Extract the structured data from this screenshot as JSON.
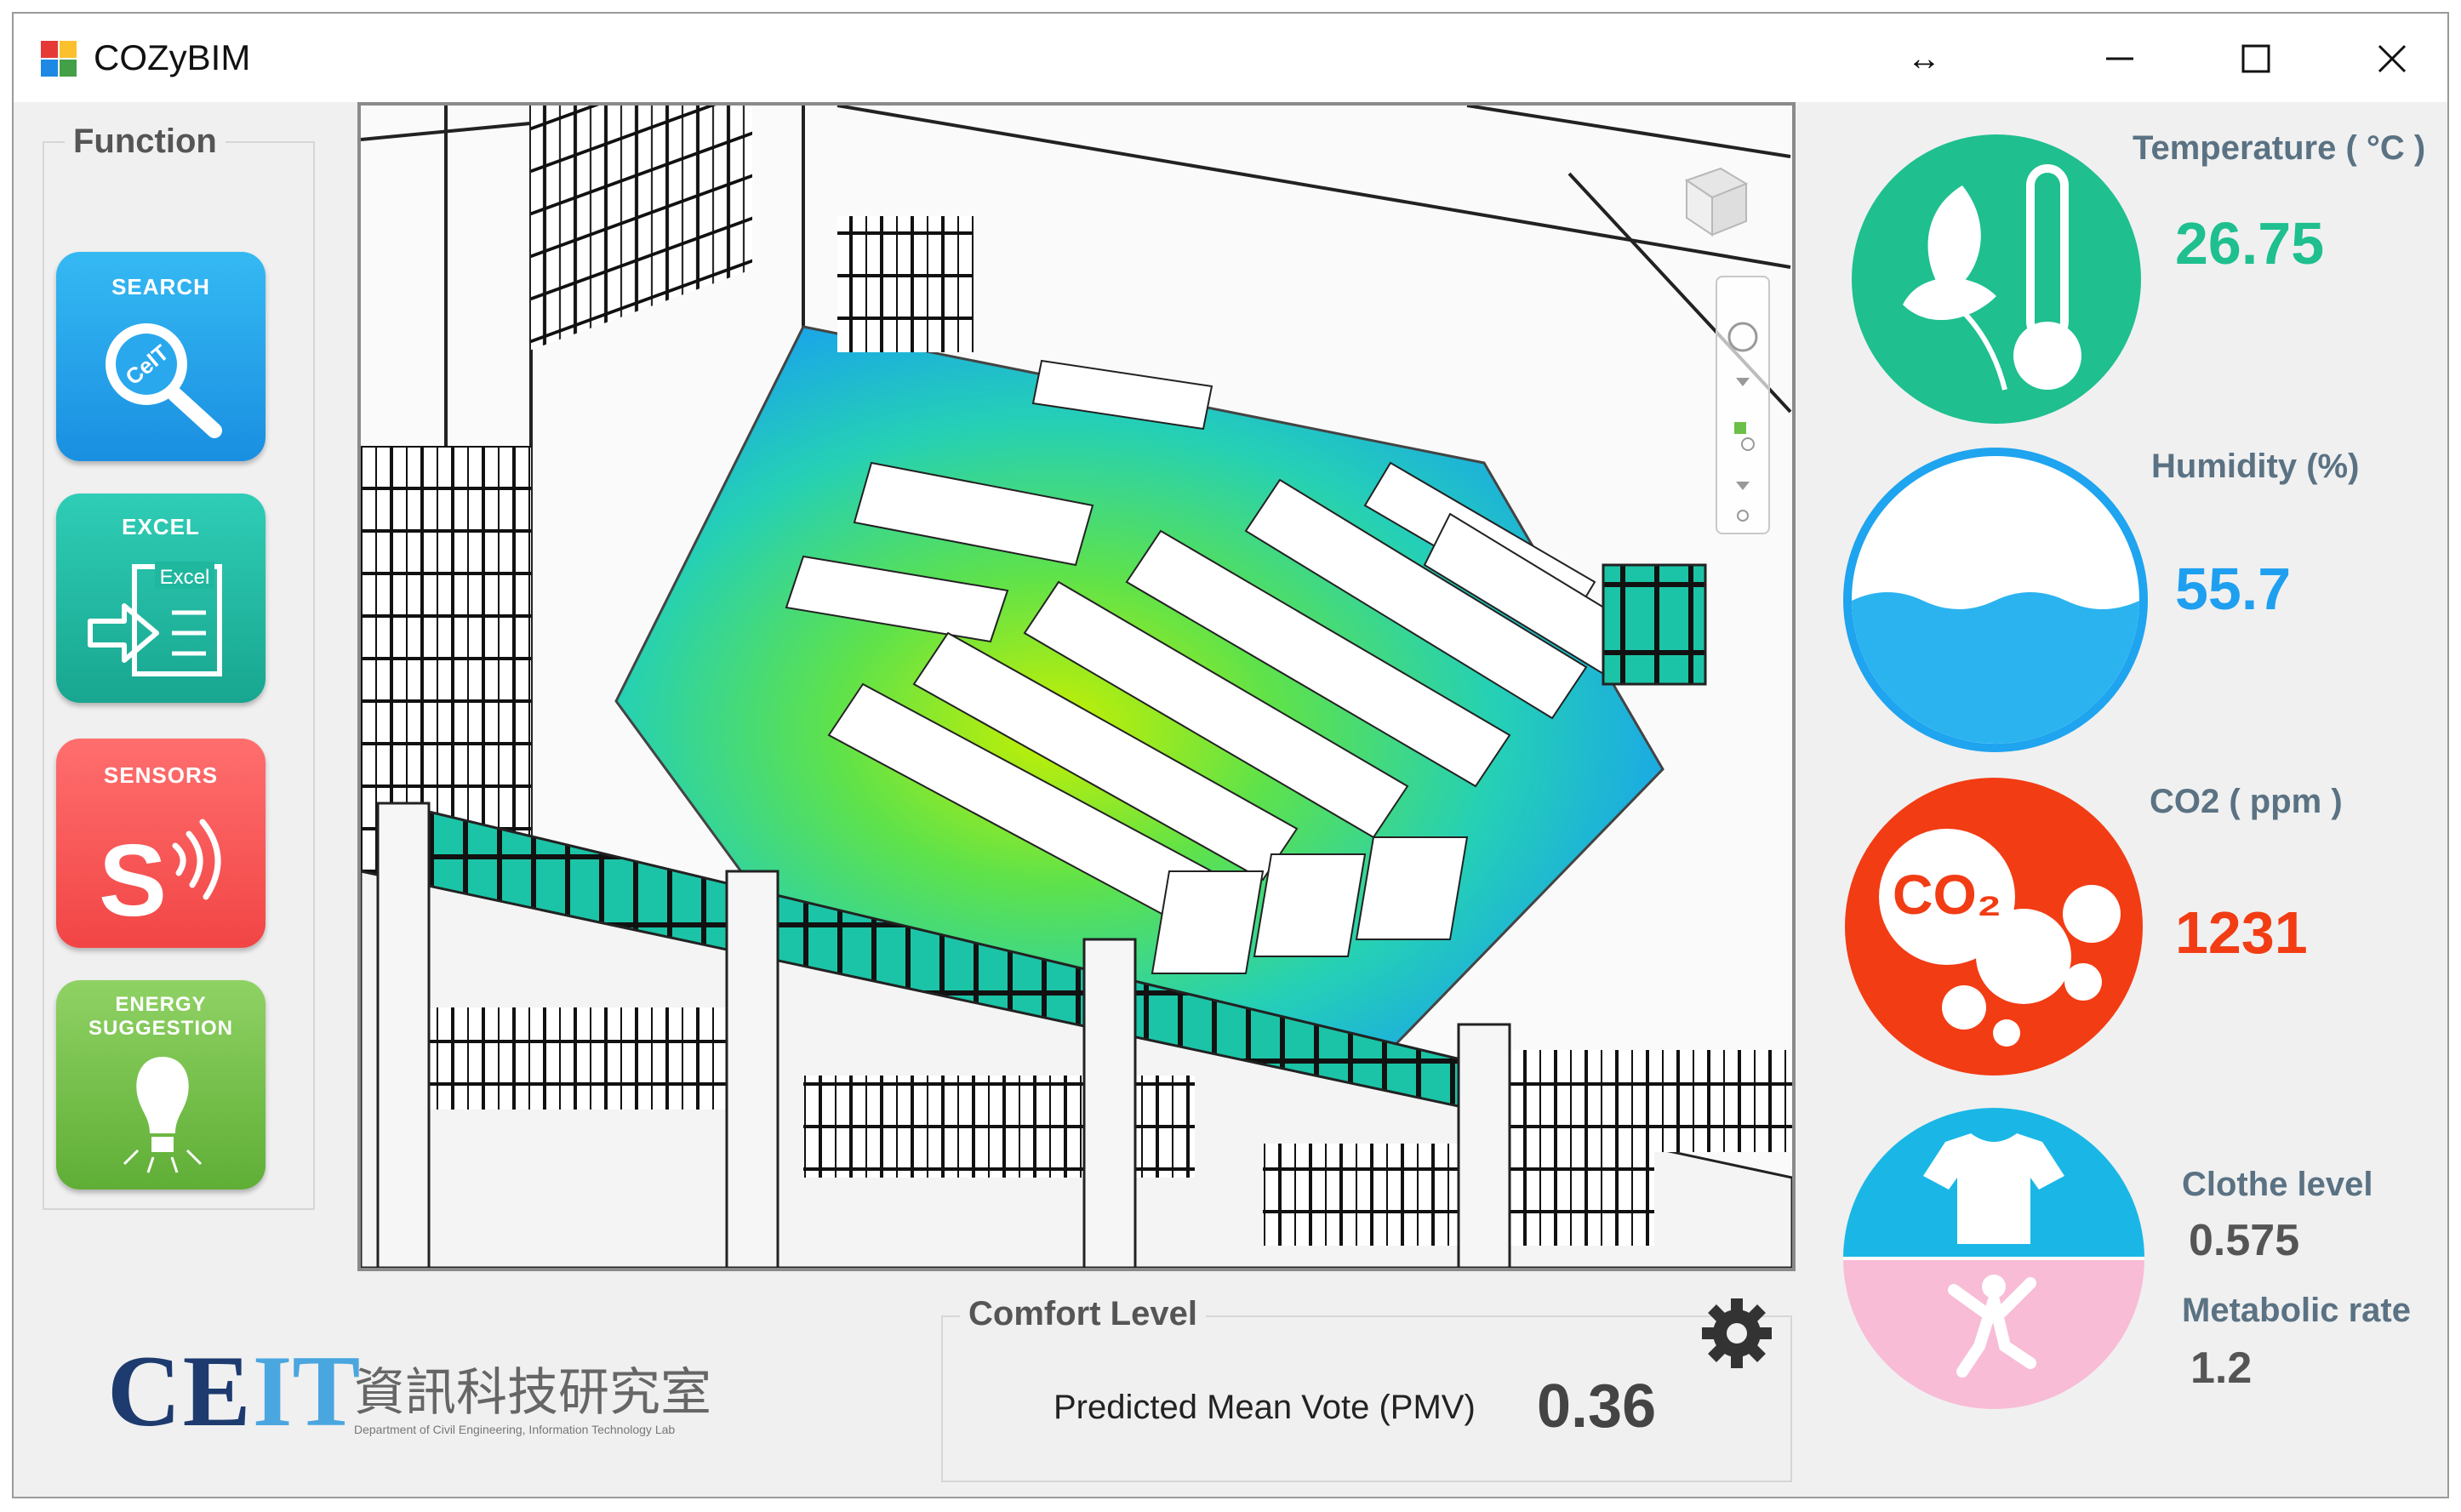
{
  "window": {
    "title": "COZyBIM"
  },
  "function_panel": {
    "title": "Function",
    "buttons": [
      {
        "label": "SEARCH",
        "icon_text": "CeIT"
      },
      {
        "label": "EXCEL",
        "icon_text": "Excel"
      },
      {
        "label": "SENSORS",
        "icon_text": "S"
      },
      {
        "label_line1": "ENERGY",
        "label_line2": "SUGGESTION"
      }
    ]
  },
  "logo": {
    "text_ce": "CE",
    "text_it": "IT",
    "chinese": "資訊科技研究室",
    "subtitle": "Department of Civil Engineering, Information Technology Lab"
  },
  "comfort": {
    "title": "Comfort Level",
    "pmv_label": "Predicted Mean Vote (PMV)",
    "pmv_value": "0.36"
  },
  "sensors": {
    "temperature": {
      "label": "Temperature ( °C )",
      "value": "26.75",
      "color": "#1fbf8f"
    },
    "humidity": {
      "label": "Humidity (%)",
      "value": "55.7",
      "color": "#1f9ff0"
    },
    "co2": {
      "label": "CO2 ( ppm )",
      "value": "1231",
      "icon_text": "CO₂",
      "color": "#f23c14"
    },
    "clothe": {
      "label": "Clothe level",
      "value": "0.575",
      "color": "#1ab7e6"
    },
    "metabolic": {
      "label": "Metabolic rate",
      "value": "1.2",
      "color": "#f8bcd6"
    }
  }
}
